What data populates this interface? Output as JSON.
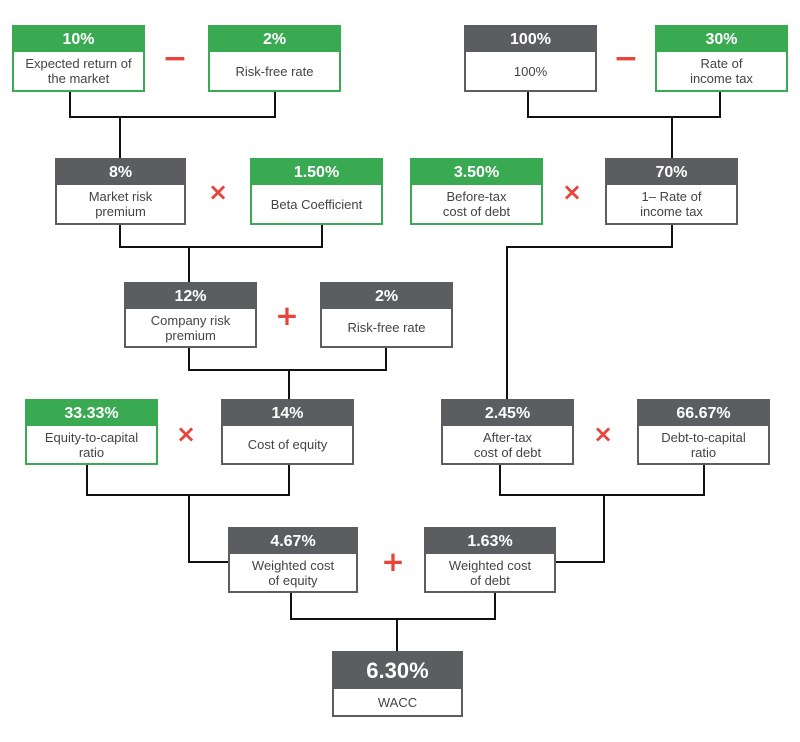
{
  "colors": {
    "input": "#3aaa52",
    "computed": "#5b5d60",
    "operator": "#e8443a",
    "connector": "#111111"
  },
  "boxes": {
    "market_return": {
      "value": "10%",
      "label": "Expected return of\nthe market"
    },
    "risk_free_1": {
      "value": "2%",
      "label": "Risk-free rate"
    },
    "hundred": {
      "value": "100%",
      "label": "100%"
    },
    "tax_rate": {
      "value": "30%",
      "label": "Rate of\nincome tax"
    },
    "market_risk": {
      "value": "8%",
      "label": "Market risk\npremium"
    },
    "beta": {
      "value": "1.50%",
      "label": "Beta Coefficient"
    },
    "before_tax_debt": {
      "value": "3.50%",
      "label": "Before-tax\ncost of debt"
    },
    "one_minus_tax": {
      "value": "70%",
      "label": "1– Rate of\nincome tax"
    },
    "company_risk": {
      "value": "12%",
      "label": "Company risk\npremium"
    },
    "risk_free_2": {
      "value": "2%",
      "label": "Risk-free rate"
    },
    "equity_ratio": {
      "value": "33.33%",
      "label": "Equity-to-capital\nratio"
    },
    "cost_equity": {
      "value": "14%",
      "label": "Cost of equity"
    },
    "after_tax_debt": {
      "value": "2.45%",
      "label": "After-tax\ncost of debt"
    },
    "debt_ratio": {
      "value": "66.67%",
      "label": "Debt-to-capital\nratio"
    },
    "wtd_equity": {
      "value": "4.67%",
      "label": "Weighted cost\nof equity"
    },
    "wtd_debt": {
      "value": "1.63%",
      "label": "Weighted cost\nof debt"
    },
    "wacc": {
      "value": "6.30%",
      "label": "WACC"
    }
  },
  "operators": {
    "minus": "−",
    "plus": "+",
    "times": "×"
  }
}
